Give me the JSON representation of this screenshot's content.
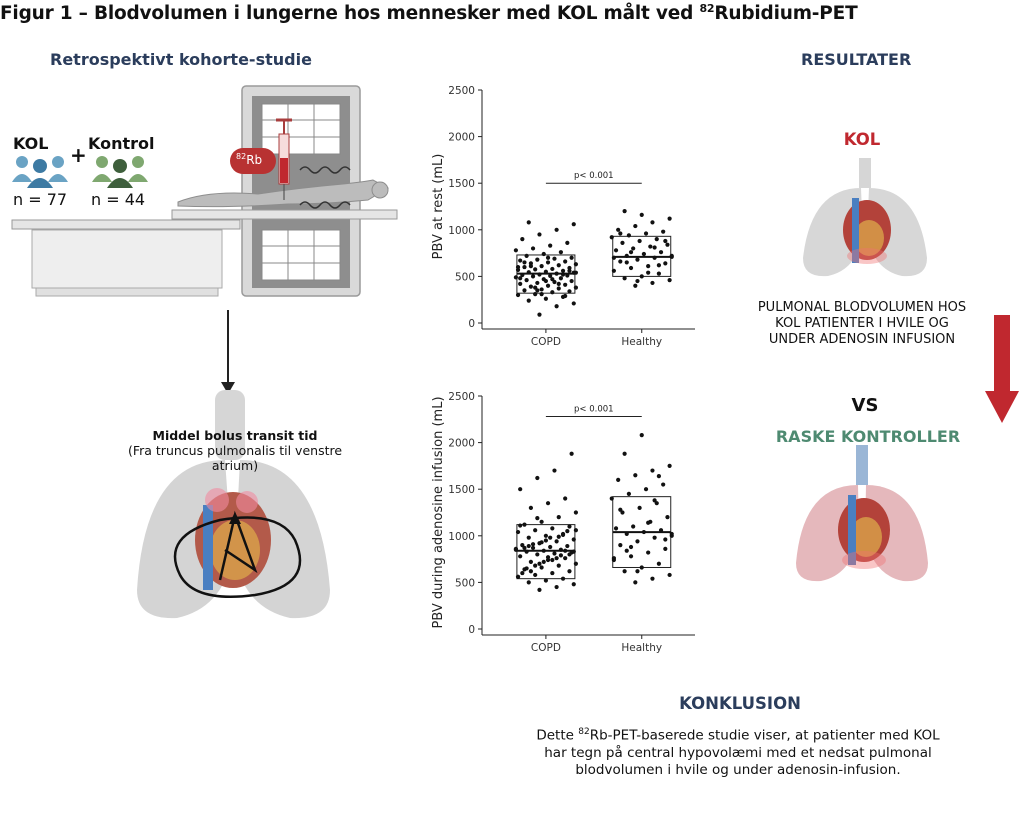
{
  "title": "Figur 1 – Blodvolumen i lungerne hos mennesker med KOL målt ved",
  "title_sup": "82",
  "title_end": "Rubidium-PET",
  "left_heading": "Retrospektivt kohorte-studie",
  "groups": {
    "kol_label": "KOL",
    "plus": "+",
    "kontrol_label": "Kontrol",
    "kol_n": "n = 77",
    "kontrol_n": "n = 44",
    "tracer_sup": "82",
    "tracer": "Rb"
  },
  "transit": {
    "title": "Middel bolus transit tid",
    "subtitle": "(Fra truncus pulmonalis til venstre atrium)"
  },
  "results_heading": "RESULTATER",
  "kol_heading": "KOL",
  "comparison_text": "PULMONAL BLODVOLUMEN HOS KOL PATIENTER I HVILE OG UNDER ADENOSIN INFUSION",
  "vs": "VS",
  "controls_heading": "RASKE KONTROLLER",
  "conclusion": {
    "title": "KONKLUSION",
    "pre": "Dette ",
    "sup": "82",
    "text": "Rb-PET-baserede studie viser, at patienter med KOL har tegn på central hypovolæmi med et nedsat pulmonal blodvolumen i hvile og under adenosin-infusion."
  },
  "colors": {
    "navy": "#2b3d5c",
    "kol_red": "#c0282f",
    "control_green": "#4e8a71",
    "kol_people": "#6aa3c4",
    "control_people": "#7fa870",
    "arrow_red": "#c0282f"
  },
  "chart_data": [
    {
      "type": "scatter",
      "title": "",
      "xlabel": "",
      "ylabel": "PBV at rest (mL)",
      "categories": [
        "COPD",
        "Healthy"
      ],
      "ylim": [
        0,
        2500
      ],
      "yticks": [
        0,
        500,
        1000,
        1500,
        2000,
        2500
      ],
      "annotation": "p< 0.001",
      "boxes": [
        {
          "category": "COPD",
          "q1": 320,
          "median": 530,
          "q3": 730
        },
        {
          "category": "Healthy",
          "q1": 500,
          "median": 710,
          "q3": 930
        }
      ],
      "series": [
        {
          "category": "COPD",
          "values": [
            90,
            180,
            210,
            240,
            260,
            280,
            300,
            310,
            330,
            340,
            350,
            360,
            370,
            380,
            390,
            400,
            410,
            420,
            430,
            440,
            450,
            460,
            470,
            480,
            490,
            500,
            505,
            510,
            515,
            520,
            530,
            540,
            545,
            550,
            560,
            570,
            575,
            580,
            590,
            600,
            610,
            620,
            630,
            640,
            650,
            660,
            670,
            680,
            690,
            700,
            720,
            740,
            760,
            780,
            800,
            830,
            860,
            900,
            950,
            1000,
            1060,
            1080,
            450,
            520,
            600,
            380,
            470,
            560,
            650,
            310,
            420,
            540,
            610,
            700,
            290,
            480,
            350
          ]
        },
        {
          "category": "Healthy",
          "values": [
            400,
            430,
            460,
            480,
            500,
            530,
            560,
            590,
            610,
            640,
            660,
            680,
            700,
            710,
            720,
            740,
            760,
            780,
            800,
            820,
            840,
            860,
            880,
            900,
            920,
            940,
            960,
            980,
            1000,
            1040,
            1080,
            1120,
            1200,
            1160,
            620,
            700,
            760,
            540,
            880,
            960,
            450,
            810,
            720,
            650
          ]
        }
      ]
    },
    {
      "type": "scatter",
      "title": "",
      "xlabel": "",
      "ylabel": "PBV during adenosine infusion (mL)",
      "categories": [
        "COPD",
        "Healthy"
      ],
      "ylim": [
        0,
        2500
      ],
      "yticks": [
        0,
        500,
        1000,
        1500,
        2000,
        2500
      ],
      "annotation": "p< 0.001",
      "boxes": [
        {
          "category": "COPD",
          "q1": 540,
          "median": 840,
          "q3": 1120
        },
        {
          "category": "Healthy",
          "q1": 660,
          "median": 1040,
          "q3": 1420
        }
      ],
      "series": [
        {
          "category": "COPD",
          "values": [
            420,
            450,
            480,
            500,
            520,
            540,
            560,
            580,
            600,
            620,
            640,
            660,
            680,
            700,
            720,
            740,
            760,
            780,
            800,
            810,
            820,
            830,
            840,
            850,
            860,
            870,
            880,
            890,
            900,
            920,
            940,
            960,
            980,
            1000,
            1020,
            1040,
            1060,
            1080,
            1100,
            1120,
            1150,
            1200,
            1250,
            1300,
            1350,
            1400,
            1500,
            1620,
            1700,
            1880,
            650,
            720,
            790,
            850,
            910,
            980,
            1050,
            600,
            700,
            760,
            830,
            890,
            950,
            1010,
            560,
            680,
            740,
            800,
            870,
            930,
            990,
            1060,
            620,
            770,
            840,
            1110,
            1190
          ]
        },
        {
          "category": "Healthy",
          "values": [
            500,
            540,
            580,
            620,
            660,
            700,
            740,
            780,
            820,
            860,
            900,
            940,
            980,
            1000,
            1020,
            1040,
            1060,
            1080,
            1100,
            1150,
            1200,
            1250,
            1300,
            1350,
            1400,
            1450,
            1500,
            1550,
            1600,
            1650,
            1700,
            1750,
            1880,
            2080,
            1640,
            760,
            880,
            1140,
            960,
            1280,
            620,
            1380,
            1020,
            840
          ]
        }
      ]
    }
  ]
}
